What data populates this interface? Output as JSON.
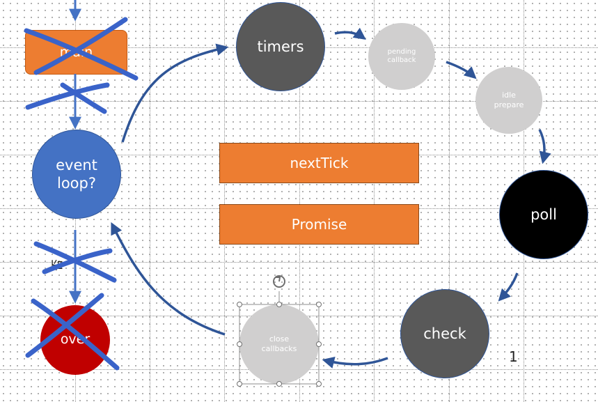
{
  "diagram": {
    "nodes": {
      "main": "main",
      "event_loop": "event\nloop?",
      "over": "over",
      "timers": "timers",
      "pending": "pending\ncallback",
      "idle": "idle\nprepare",
      "poll": "poll",
      "check": "check",
      "close": "close\ncallbacks"
    },
    "queues": {
      "next_tick": "nextTick",
      "promise": "Promise"
    },
    "side_label": "否",
    "corner_mark": "1"
  },
  "colors": {
    "orange": "#ed7d31",
    "blue_node": "#4472c4",
    "dark_node": "#595959",
    "poll_node": "#000000",
    "light_node": "#d0cfcf",
    "over_node": "#c00000",
    "arrow": "#2f5597",
    "strike": "#3a63c9"
  }
}
